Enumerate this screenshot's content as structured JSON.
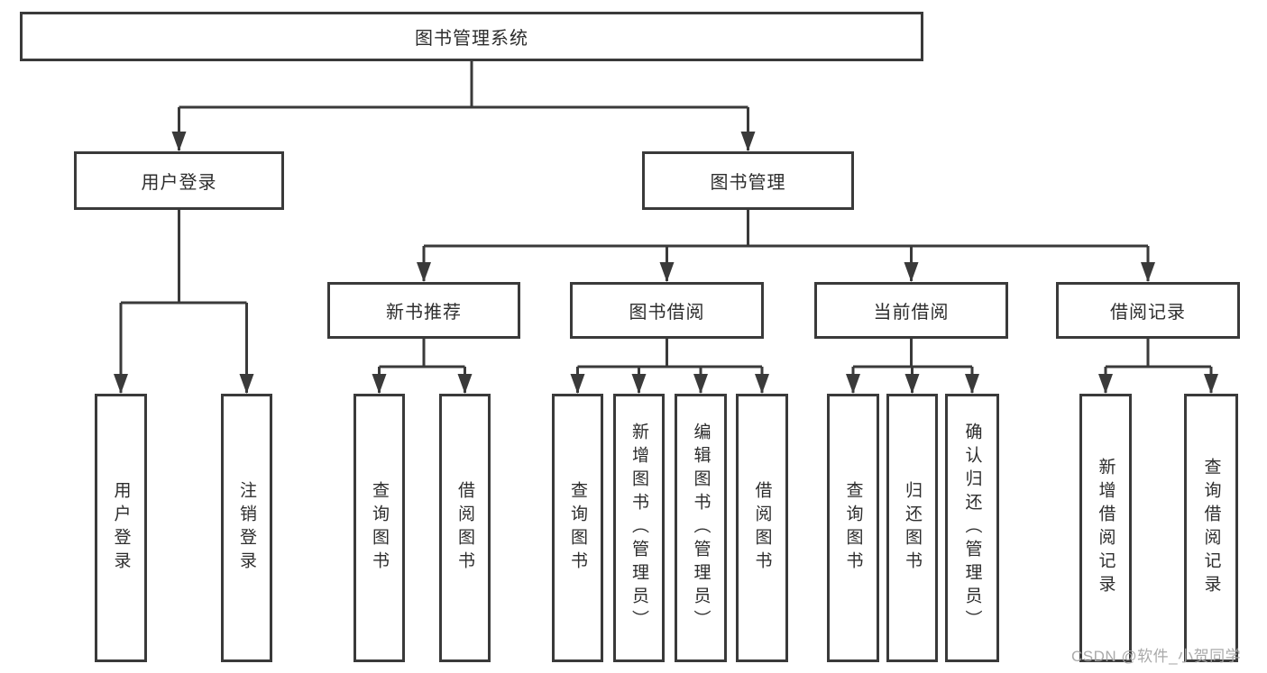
{
  "title": "图书管理系统",
  "watermark": "CSDN @软件_小贺同学",
  "colors": {
    "line": "#3a3a3a",
    "box_border": "#3a3a3a",
    "text": "#2d2d2d",
    "watermark": "#a5a5a5",
    "background": "#ffffff"
  },
  "tree": {
    "root": {
      "label": "图书管理系统"
    },
    "branches": [
      {
        "label": "用户登录",
        "children": [
          {
            "label": "用户登录"
          },
          {
            "label": "注销登录"
          }
        ]
      },
      {
        "label": "图书管理",
        "children": [
          {
            "label": "新书推荐",
            "children": [
              {
                "label": "查询图书"
              },
              {
                "label": "借阅图书"
              }
            ]
          },
          {
            "label": "图书借阅",
            "children": [
              {
                "label": "查询图书"
              },
              {
                "label": "新增图书（管理员）"
              },
              {
                "label": "编辑图书（管理员）"
              },
              {
                "label": "借阅图书"
              }
            ]
          },
          {
            "label": "当前借阅",
            "children": [
              {
                "label": "查询图书"
              },
              {
                "label": "归还图书"
              },
              {
                "label": "确认归还（管理员）"
              }
            ]
          },
          {
            "label": "借阅记录",
            "children": [
              {
                "label": "新增借阅记录"
              },
              {
                "label": "查询借阅记录"
              }
            ]
          }
        ]
      }
    ]
  }
}
